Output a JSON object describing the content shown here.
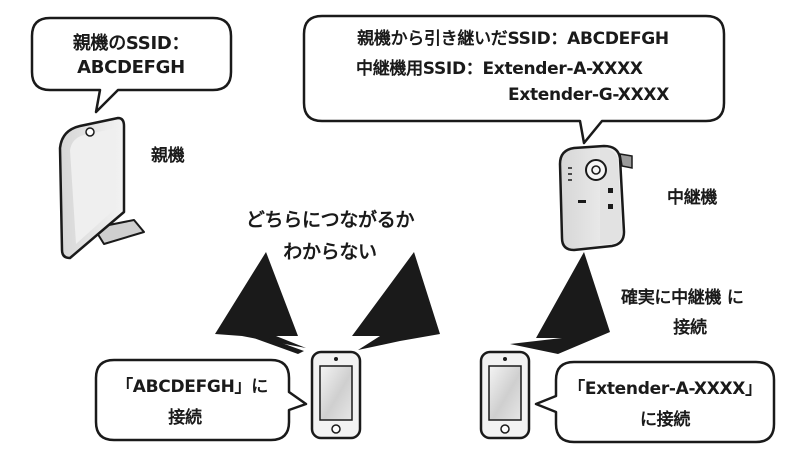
{
  "bubble_parent": {
    "line1": "親機のSSID：",
    "line2": "ABCDEFGH"
  },
  "bubble_extender": {
    "line1": "親機から引き継いだSSID：ABCDEFGH",
    "line2": "中継機用SSID：Extender-A-XXXX",
    "line3": "Extender-G-XXXX"
  },
  "labels": {
    "parent": "親機",
    "extender": "中継機"
  },
  "center_note": {
    "line1": "どちらにつながるか",
    "line2": "わからない"
  },
  "right_note": {
    "pre": "確実に",
    "emphasis": "中継機",
    "post": " に",
    "line2": "接続"
  },
  "bubble_phone_left": {
    "line1": "「ABCDEFGH」に",
    "line2": "接続"
  },
  "bubble_phone_right": {
    "line1": "「Extender-A-XXXX」",
    "line2": "に接続"
  },
  "colors": {
    "outline": "#1a1a1a",
    "device_body": "#e8e8e8",
    "device_shade": "#cfcfcf",
    "phone_screen": "#d9d9d9"
  }
}
